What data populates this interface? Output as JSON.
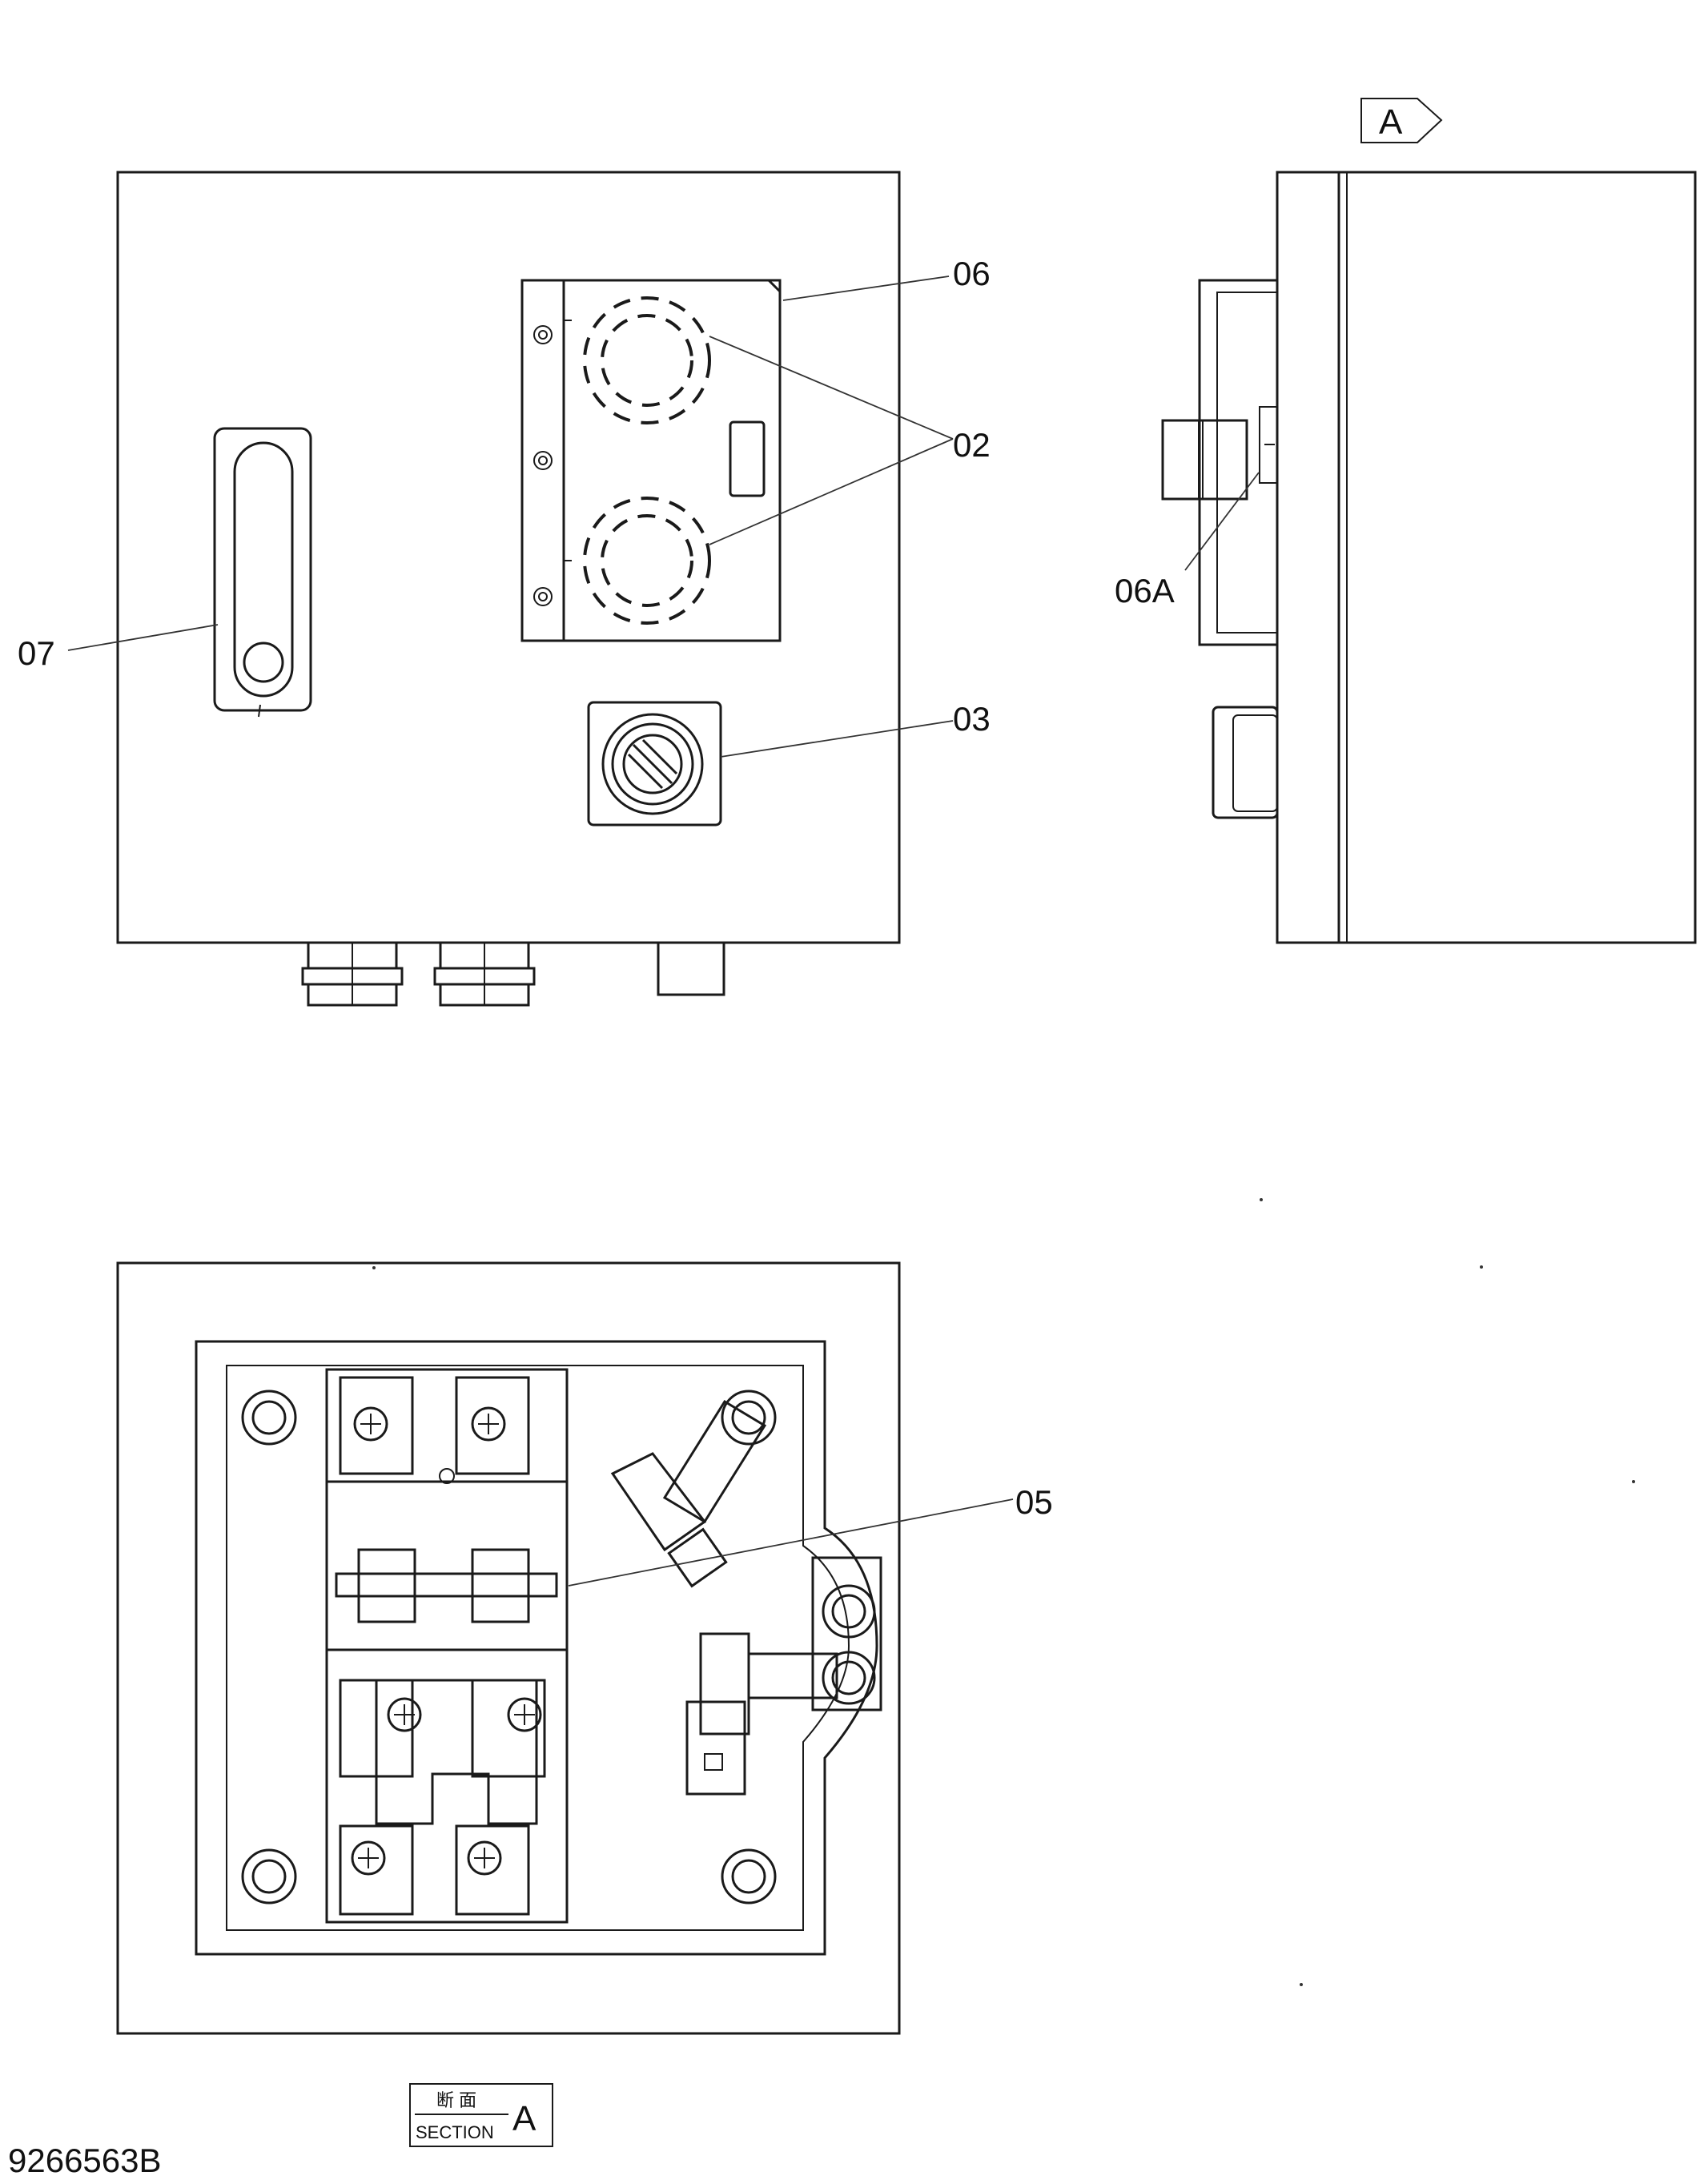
{
  "view_marker": {
    "letter": "A"
  },
  "callouts": {
    "c06": "06",
    "c02": "02",
    "c06a": "06A",
    "c07": "07",
    "c03": "03",
    "c05": "05"
  },
  "section_tag": {
    "kanji": "断 面",
    "word": "SECTION",
    "letter": "A"
  },
  "drawing_number": "9266563B"
}
